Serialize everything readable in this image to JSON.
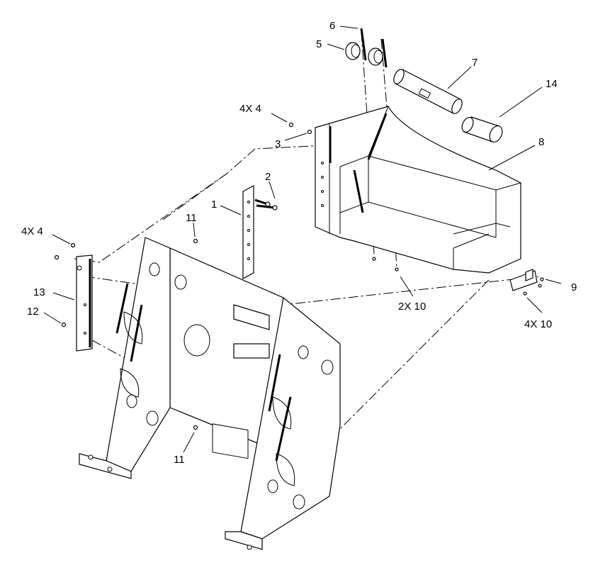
{
  "callouts": {
    "c6": "6",
    "c5": "5",
    "c7": "7",
    "c14": "14",
    "c8": "8",
    "c4x4_top": "4X 4",
    "c3": "3",
    "c2": "2",
    "c1": "1",
    "c11_top": "11",
    "c4x4_left": "4X 4",
    "c13": "13",
    "c12": "12",
    "c9": "9",
    "c2x10": "2X 10",
    "c4x10": "4X 10",
    "c11_bottom": "11"
  }
}
